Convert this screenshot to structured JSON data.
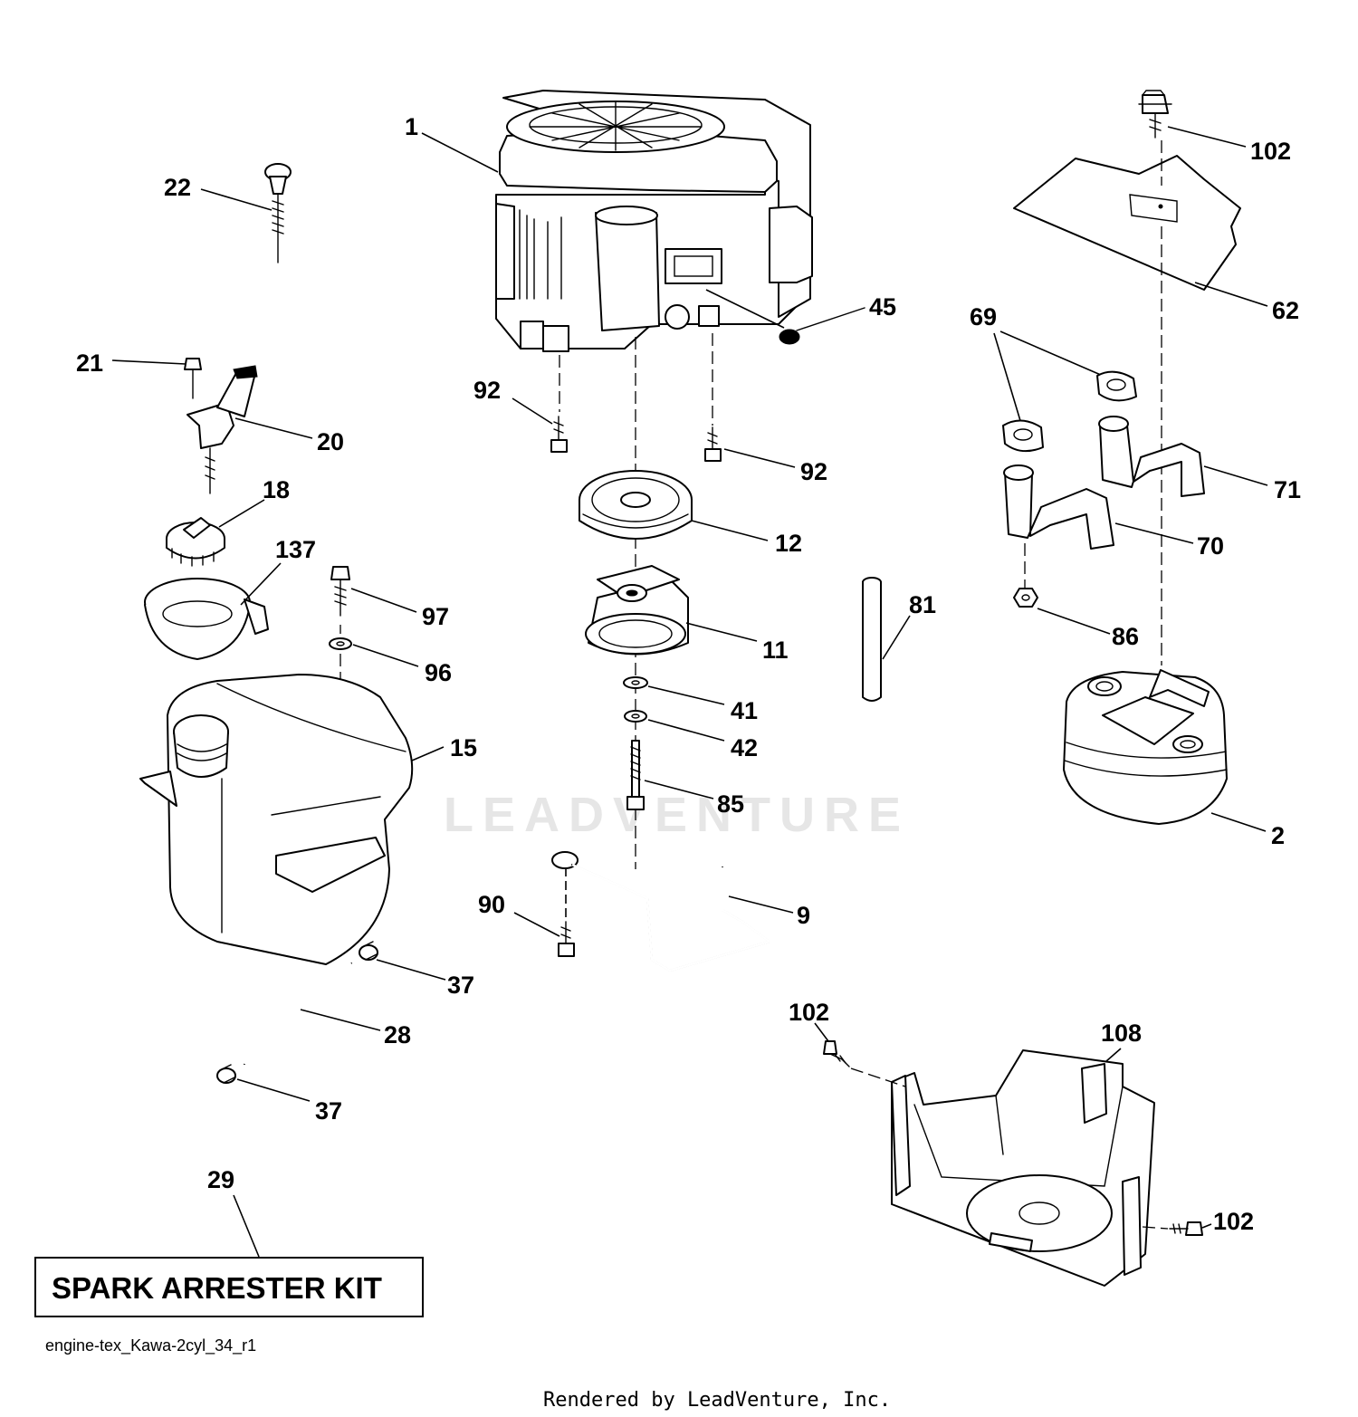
{
  "watermark": "LEADVENTURE",
  "file_id": "engine-tex_Kawa-2cyl_34_r1",
  "footer": "Rendered by LeadVenture, Inc.",
  "kit_label": "SPARK ARRESTER KIT",
  "callouts": {
    "p1": "1",
    "p22": "22",
    "p21": "21",
    "p20": "20",
    "p18": "18",
    "p137": "137",
    "p97": "97",
    "p96": "96",
    "p15": "15",
    "p37a": "37",
    "p28": "28",
    "p37b": "37",
    "p29": "29",
    "p92a": "92",
    "p92b": "92",
    "p45": "45",
    "p12": "12",
    "p11": "11",
    "p41": "41",
    "p42": "42",
    "p85": "85",
    "p90": "90",
    "p9": "9",
    "p81": "81",
    "p102a": "102",
    "p62": "62",
    "p69": "69",
    "p71": "71",
    "p70": "70",
    "p86": "86",
    "p2": "2",
    "p102b": "102",
    "p108": "108",
    "p102c": "102"
  }
}
